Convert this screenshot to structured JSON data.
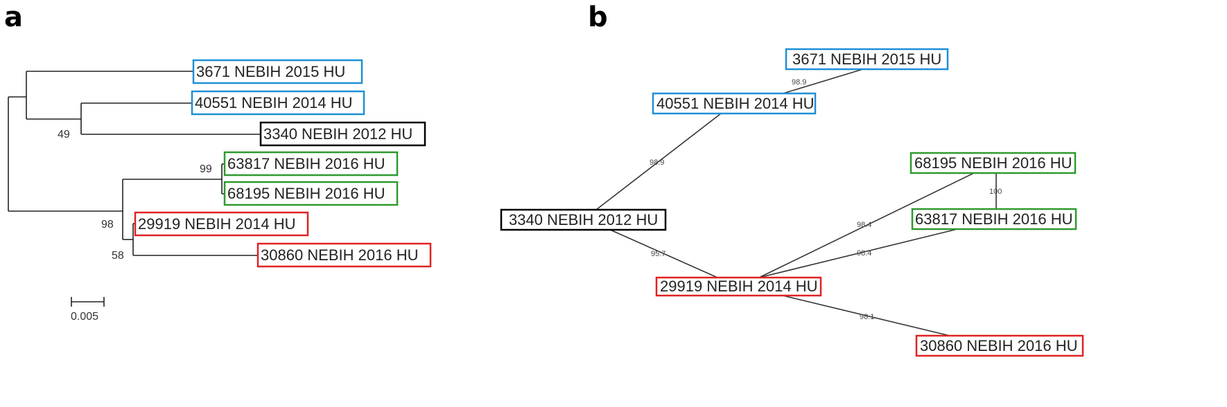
{
  "colors": {
    "blue": "#1e8fd6",
    "black": "#000000",
    "green": "#2e9a2e",
    "red": "#e02222",
    "line": "#222222"
  },
  "panel_a": {
    "letter": "a",
    "leaves": [
      {
        "label": "3671 NEBIH 2015 HU",
        "color": "blue"
      },
      {
        "label": "40551 NEBIH 2014 HU",
        "color": "blue"
      },
      {
        "label": "3340 NEBIH 2012 HU",
        "color": "black"
      },
      {
        "label": "63817 NEBIH 2016 HU",
        "color": "green"
      },
      {
        "label": "68195 NEBIH 2016 HU",
        "color": "green"
      },
      {
        "label": "29919 NEBIH 2014 HU",
        "color": "red"
      },
      {
        "label": "30860 NEBIH 2016 HU",
        "color": "red"
      }
    ],
    "supports": [
      "49",
      "99",
      "98",
      "58"
    ],
    "scale_label": "0.005"
  },
  "panel_b": {
    "letter": "b",
    "nodes": [
      {
        "label": "3671 NEBIH 2015 HU",
        "color": "blue"
      },
      {
        "label": "40551 NEBIH 2014 HU",
        "color": "blue"
      },
      {
        "label": "68195 NEBIH 2016 HU",
        "color": "green"
      },
      {
        "label": "3340 NEBIH 2012 HU",
        "color": "black"
      },
      {
        "label": "63817 NEBIH 2016 HU",
        "color": "green"
      },
      {
        "label": "29919 NEBIH 2014 HU",
        "color": "red"
      },
      {
        "label": "30860 NEBIH 2016 HU",
        "color": "red"
      }
    ],
    "edge_labels": [
      "98.9",
      "98.9",
      "100",
      "98.4",
      "98.4",
      "95.7",
      "98.1"
    ]
  }
}
